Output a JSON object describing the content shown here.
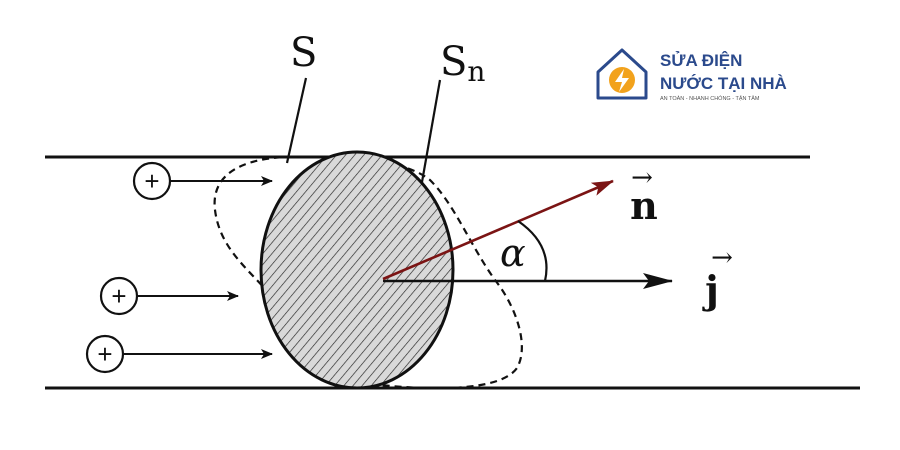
{
  "diagram": {
    "label_s": "S",
    "label_sn_main": "S",
    "label_sn_sub": "n",
    "label_n": "n",
    "label_j": "j",
    "label_alpha": "α",
    "plus_symbol": "+",
    "vector_arrow": "→"
  },
  "logo": {
    "line1": "SỬA ĐIỆN",
    "line2": "NƯỚC TẠI NHÀ",
    "tagline": "AN TOÀN - NHANH CHÓNG - TẬN TÂM"
  },
  "colors": {
    "ink": "#111111",
    "normal_vector": "#7b1414",
    "hatch_fill": "#d9d9d9",
    "logo_blue": "#2b4a8c",
    "logo_orange": "#f2a21c"
  }
}
